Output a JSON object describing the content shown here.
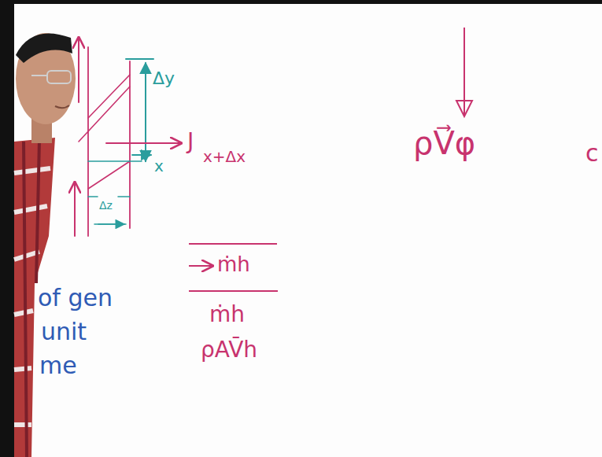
{
  "diagram": {
    "labels": [
      "Δy",
      "J",
      "x+Δx",
      "x",
      "Δz",
      "ṁh",
      "ṁh",
      "ρAV̄h",
      "ρV⃗φ",
      "c",
      "of gen",
      "unit",
      "me"
    ]
  }
}
